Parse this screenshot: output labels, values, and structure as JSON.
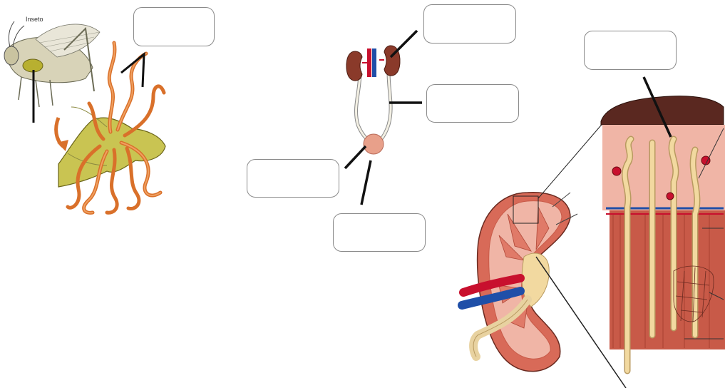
{
  "insect_diagram": {
    "caption": "Inseto"
  },
  "label_boxes": [
    {
      "id": "malpighian-tubules-label",
      "text": ""
    },
    {
      "id": "kidney-label",
      "text": ""
    },
    {
      "id": "ureter-label",
      "text": ""
    },
    {
      "id": "bladder-label",
      "text": ""
    },
    {
      "id": "urethra-label",
      "text": ""
    },
    {
      "id": "nephron-label",
      "text": ""
    }
  ],
  "colors": {
    "kidney_dark": "#8a3a2a",
    "vessel_red": "#c8102e",
    "vessel_blue": "#1f4fa8",
    "tissue_pink": "#e8a08a",
    "tissue_red": "#c85a48",
    "tubule_cream": "#f2d9a0",
    "leader_line": "#111111",
    "box_border": "#8a8a8a",
    "insect_green": "#b5b040",
    "insect_orange": "#d9702a"
  }
}
